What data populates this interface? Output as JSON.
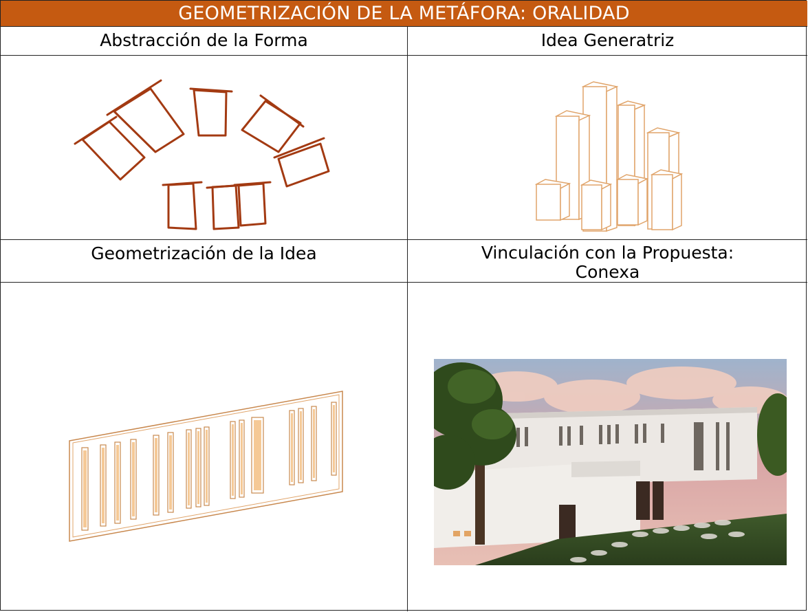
{
  "table": {
    "title": "GEOMETRIZACIÓN DE LA METÁFORA: ORALIDAD",
    "headers": {
      "abstraction": "Abstracción de la Forma",
      "generative_idea": "Idea Generatriz",
      "geometrization": "Geometrización de la Idea",
      "link_line1": "Vinculación con la Propuesta:",
      "link_line2": "Conexa"
    }
  },
  "colors": {
    "title_bg": "#c55a11",
    "sketch": "#a33a12",
    "outline": "#e0a46a"
  },
  "images": {
    "abstraction": "hand-drawn-rectangles-sketch",
    "generative_idea": "orange-outline-blocks-sketch",
    "geometrization": "perforated-panel-sketch",
    "link": "building-render-with-tree"
  }
}
